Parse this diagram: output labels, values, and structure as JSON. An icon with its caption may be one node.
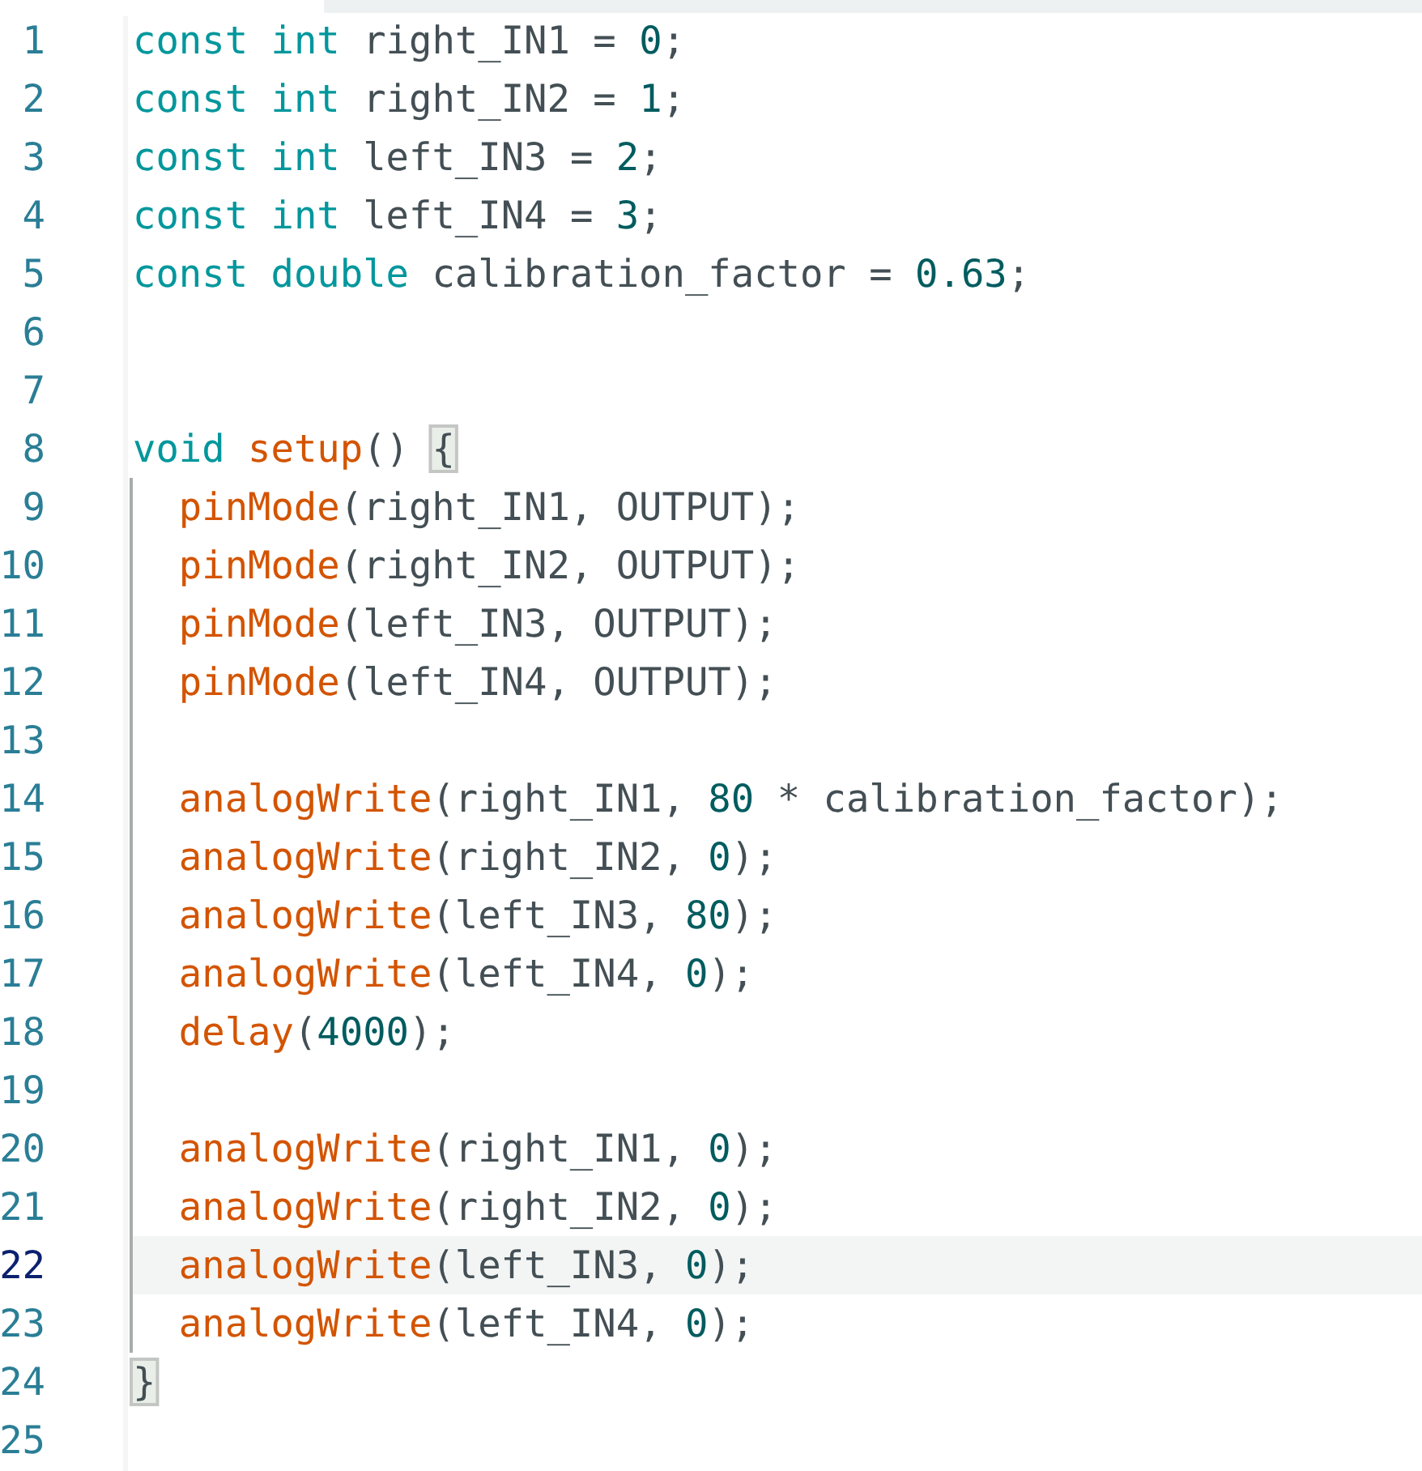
{
  "diagram": {
    "labels": [
      "1",
      "const int right_IN1 = 0;",
      "2",
      "const int right_IN2 = 1;",
      "3",
      "const int left_IN3 = 2;",
      "4",
      "const int left_IN4 = 3;",
      "5",
      "const double calibration_factor = 0.63;",
      "6",
      "7",
      "8",
      "void setup() {",
      "9",
      "pinMode(right_IN1, OUTPUT);",
      "10",
      "pinMode(right_IN2, OUTPUT);",
      "11",
      "pinMode(left_IN3, OUTPUT);",
      "12",
      "pinMode(left_IN4, OUTPUT);",
      "13",
      "14",
      "analogWrite(right_IN1, 80 * calibration_factor);",
      "15",
      "analogWrite(right_IN2, 0);",
      "16",
      "analogWrite(left_IN3, 80);",
      "17",
      "analogWrite(left_IN4, 0);",
      "18",
      "delay(4000);",
      "19",
      "20",
      "analogWrite(right_IN1, 0);",
      "21",
      "analogWrite(right_IN2, 0);",
      "22",
      "analogWrite(left_IN3, 0);",
      "23",
      "analogWrite(left_IN4, 0);",
      "24",
      "}",
      "25"
    ]
  }
}
